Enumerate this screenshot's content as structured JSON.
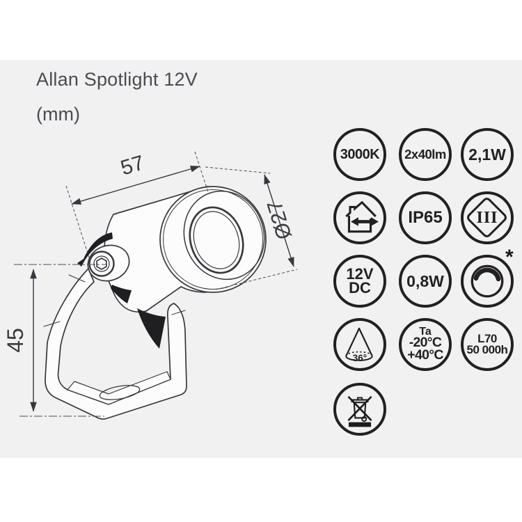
{
  "page": {
    "background": "#ffffff",
    "panel_background": "#f1f1f2",
    "ink": "#232022",
    "line_color": "#37373c"
  },
  "header": {
    "title": "Allan Spotlight 12V",
    "units": "(mm)"
  },
  "drawing": {
    "description": "technical line drawing of adjustable spotlight on U-bracket",
    "dim_length": "57",
    "dim_diameter": "Ø27",
    "dim_height": "45"
  },
  "badges": {
    "cct": "3000K",
    "flux": "2x40lm",
    "power": "2,1W",
    "location_icon": "indoor-outdoor-house-arrow-icon",
    "ip_rating": "IP65",
    "protection_class_icon": "class-iii-diamond-icon",
    "protection_class": "III",
    "voltage_line1": "12V",
    "voltage_line2": "DC",
    "standby_power": "0,8W",
    "dimmer_icon": "dimmer-knob-icon",
    "dimmer_note": "*",
    "beam_icon": "beam-cone-icon",
    "beam_angle": "36°",
    "ta_line1": "Ta",
    "ta_line2": "-20°C",
    "ta_line3": "+40°C",
    "lifetime_line1": "L70",
    "lifetime_line2": "50 000h",
    "weee_icon": "weee-crossed-bin-icon"
  }
}
